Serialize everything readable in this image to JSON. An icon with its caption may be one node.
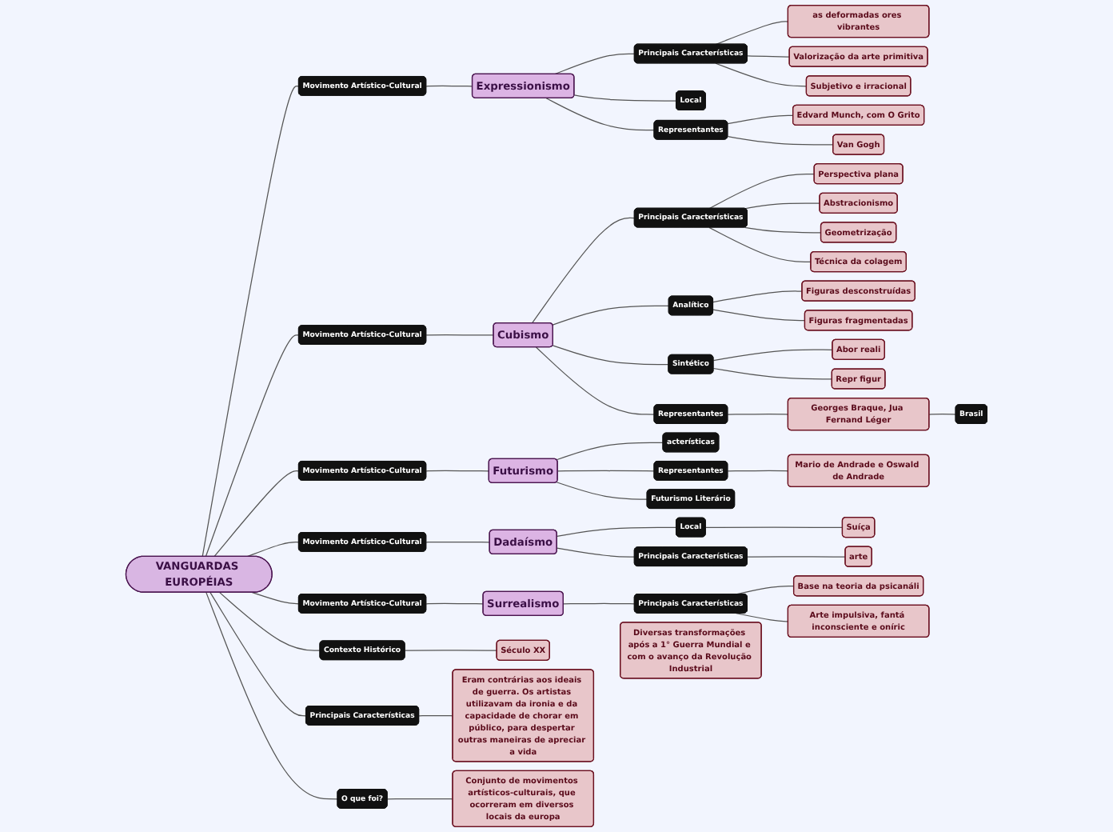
{
  "diagram": {
    "nodes": [
      {
        "text": [
          "VANGUARDAS EUROPÉIAS"
        ]
      },
      {
        "text": [
          "Movimento Artístico-Cultural"
        ]
      },
      {
        "text": [
          "Expressionismo"
        ]
      },
      {
        "text": [
          "Principais Características"
        ]
      },
      {
        "text": [
          "as deformadas ores vibrantes"
        ]
      },
      {
        "text": [
          "Valorização da arte primitiva"
        ]
      },
      {
        "text": [
          "Subjetivo e irracional"
        ]
      },
      {
        "text": [
          "Local"
        ]
      },
      {
        "text": [
          "Representantes"
        ]
      },
      {
        "text": [
          "Edvard Munch, com O Grito"
        ]
      },
      {
        "text": [
          "Van Gogh"
        ]
      },
      {
        "text": [
          "Movimento Artístico-Cultural"
        ]
      },
      {
        "text": [
          "Cubismo"
        ]
      },
      {
        "text": [
          "Principais Características"
        ]
      },
      {
        "text": [
          "Perspectiva plana"
        ]
      },
      {
        "text": [
          "Abstracionismo"
        ]
      },
      {
        "text": [
          "Geometrização"
        ]
      },
      {
        "text": [
          "Técnica da colagem"
        ]
      },
      {
        "text": [
          "Analítico"
        ]
      },
      {
        "text": [
          "Figuras desconstruídas"
        ]
      },
      {
        "text": [
          "Figuras fragmentadas"
        ]
      },
      {
        "text": [
          "Sintético"
        ]
      },
      {
        "text": [
          "Abor reali"
        ]
      },
      {
        "text": [
          "Repr figur"
        ]
      },
      {
        "text": [
          "Representantes"
        ]
      },
      {
        "text": [
          "Georges Braque, Jua Fernand Léger"
        ]
      },
      {
        "text": [
          "Brasil"
        ]
      },
      {
        "text": [
          "Contexto Histórico"
        ]
      },
      {
        "text": [
          "Século XX"
        ]
      },
      {
        "text": [
          "Diversas transformações após a 1° Guerra Mundial e com o avanço da Revolução Industrial"
        ]
      },
      {
        "text": [
          "Principais Características"
        ]
      },
      {
        "text": [
          "Eram contrárias aos ideais de guerra. Os artistas utilizavam da ironia e da capacidade de chorar em público, para despertar outras maneiras de apreciar a vida"
        ]
      },
      {
        "text": [
          "O que foi?"
        ]
      },
      {
        "text": [
          "Conjunto de movimentos artísticos-culturais, que ocorreram em diversos locais da europa"
        ]
      },
      {
        "text": [
          "Movimento Artístico-Cultural"
        ]
      },
      {
        "text": [
          "Futurismo"
        ]
      },
      {
        "text": [
          "acterísticas"
        ]
      },
      {
        "text": [
          "Representantes"
        ]
      },
      {
        "text": [
          "Mario de Andrade e Oswald de Andrade"
        ]
      },
      {
        "text": [
          "Futurismo Literário"
        ]
      },
      {
        "text": [
          "Movimento Artístico-Cultural"
        ]
      },
      {
        "text": [
          "Dadaísmo"
        ]
      },
      {
        "text": [
          "Local"
        ]
      },
      {
        "text": [
          "Suíça"
        ]
      },
      {
        "text": [
          "Principais Características"
        ]
      },
      {
        "text": [
          "arte"
        ]
      },
      {
        "text": [
          "Movimento Artístico-Cultural"
        ]
      },
      {
        "text": [
          "Surrealismo"
        ]
      },
      {
        "text": [
          "Principais Características"
        ]
      },
      {
        "text": [
          "Base na teoria da psicanáli"
        ]
      },
      {
        "text": [
          "Arte impulsiva, fantá inconsciente e oníric"
        ]
      }
    ],
    "edges": [
      {
        "from": 0,
        "to": 1,
        "arrow": "none"
      },
      {
        "from": 1,
        "to": 2,
        "arrow": "none"
      },
      {
        "from": 2,
        "to": 3,
        "arrow": "none"
      },
      {
        "from": 3,
        "to": 4,
        "arrow": "none"
      },
      {
        "from": 3,
        "to": 5,
        "arrow": "none"
      },
      {
        "from": 3,
        "to": 6,
        "arrow": "none"
      },
      {
        "from": 2,
        "to": 7,
        "arrow": "none"
      },
      {
        "from": 2,
        "to": 8,
        "arrow": "none"
      },
      {
        "from": 8,
        "to": 9,
        "arrow": "none"
      },
      {
        "from": 8,
        "to": 10,
        "arrow": "none"
      },
      {
        "from": 0,
        "to": 11,
        "arrow": "none"
      },
      {
        "from": 11,
        "to": 12,
        "arrow": "none"
      },
      {
        "from": 12,
        "to": 13,
        "arrow": "none"
      },
      {
        "from": 13,
        "to": 14,
        "arrow": "none"
      },
      {
        "from": 13,
        "to": 15,
        "arrow": "none"
      },
      {
        "from": 13,
        "to": 16,
        "arrow": "none"
      },
      {
        "from": 13,
        "to": 17,
        "arrow": "none"
      },
      {
        "from": 12,
        "to": 18,
        "arrow": "none"
      },
      {
        "from": 18,
        "to": 19,
        "arrow": "none"
      },
      {
        "from": 18,
        "to": 20,
        "arrow": "none"
      },
      {
        "from": 12,
        "to": 21,
        "arrow": "none"
      },
      {
        "from": 21,
        "to": 22,
        "arrow": "none"
      },
      {
        "from": 21,
        "to": 23,
        "arrow": "none"
      },
      {
        "from": 12,
        "to": 24,
        "arrow": "none"
      },
      {
        "from": 24,
        "to": 25,
        "arrow": "none"
      },
      {
        "from": 25,
        "to": 26,
        "arrow": "none"
      },
      {
        "from": 0,
        "to": 27,
        "arrow": "none"
      },
      {
        "from": 27,
        "to": 28,
        "arrow": "none"
      },
      {
        "from": 0,
        "to": 30,
        "arrow": "none"
      },
      {
        "from": 30,
        "to": 31,
        "arrow": "none"
      },
      {
        "from": 0,
        "to": 32,
        "arrow": "none"
      },
      {
        "from": 32,
        "to": 33,
        "arrow": "none"
      },
      {
        "from": 0,
        "to": 34,
        "arrow": "none"
      },
      {
        "from": 34,
        "to": 35,
        "arrow": "none"
      },
      {
        "from": 35,
        "to": 37,
        "arrow": "none"
      },
      {
        "from": 37,
        "to": 38,
        "arrow": "none"
      },
      {
        "from": 35,
        "to": 39,
        "arrow": "none"
      },
      {
        "from": 35,
        "to": 36,
        "arrow": "none"
      },
      {
        "from": 0,
        "to": 40,
        "arrow": "none"
      },
      {
        "from": 40,
        "to": 41,
        "arrow": "none"
      },
      {
        "from": 41,
        "to": 42,
        "arrow": "none"
      },
      {
        "from": 42,
        "to": 43,
        "arrow": "none"
      },
      {
        "from": 41,
        "to": 44,
        "arrow": "none"
      },
      {
        "from": 44,
        "to": 45,
        "arrow": "none"
      },
      {
        "from": 0,
        "to": 46,
        "arrow": "none"
      },
      {
        "from": 46,
        "to": 47,
        "arrow": "none"
      },
      {
        "from": 47,
        "to": 48,
        "arrow": "none"
      },
      {
        "from": 48,
        "to": 49,
        "arrow": "none"
      },
      {
        "from": 48,
        "to": 50,
        "arrow": "none"
      }
    ]
  }
}
